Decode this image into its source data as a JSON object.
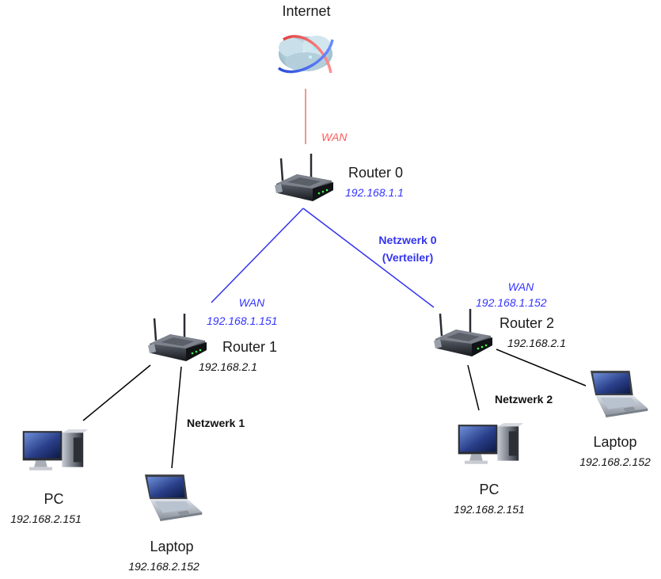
{
  "colors": {
    "wan_link": "#f07070",
    "distribution_link": "#3333ee",
    "lan_link": "#000000",
    "wan_label": "#ff5a5a",
    "blue_label": "#3333ff"
  },
  "internet": {
    "label": "Internet",
    "icon": "cloud-globe-icon"
  },
  "router0": {
    "name": "Router 0",
    "ip": "192.168.1.1",
    "wan_label": "WAN",
    "icon": "router-icon"
  },
  "network0": {
    "line1": "Netzwerk 0",
    "line2": "(Verteiler)"
  },
  "router1": {
    "name": "Router 1",
    "lan_ip": "192.168.2.1",
    "wan_label": "WAN",
    "wan_ip": "192.168.1.151",
    "icon": "router-icon"
  },
  "router2": {
    "name": "Router 2",
    "lan_ip": "192.168.2.1",
    "wan_label": "WAN",
    "wan_ip": "192.168.1.152",
    "icon": "router-icon"
  },
  "network1": {
    "label": "Netzwerk 1",
    "pc": {
      "name": "PC",
      "ip": "192.168.2.151",
      "icon": "desktop-pc-icon"
    },
    "laptop": {
      "name": "Laptop",
      "ip": "192.168.2.152",
      "icon": "laptop-icon"
    }
  },
  "network2": {
    "label": "Netzwerk 2",
    "pc": {
      "name": "PC",
      "ip": "192.168.2.151",
      "icon": "desktop-pc-icon"
    },
    "laptop": {
      "name": "Laptop",
      "ip": "192.168.2.152",
      "icon": "laptop-icon"
    }
  }
}
